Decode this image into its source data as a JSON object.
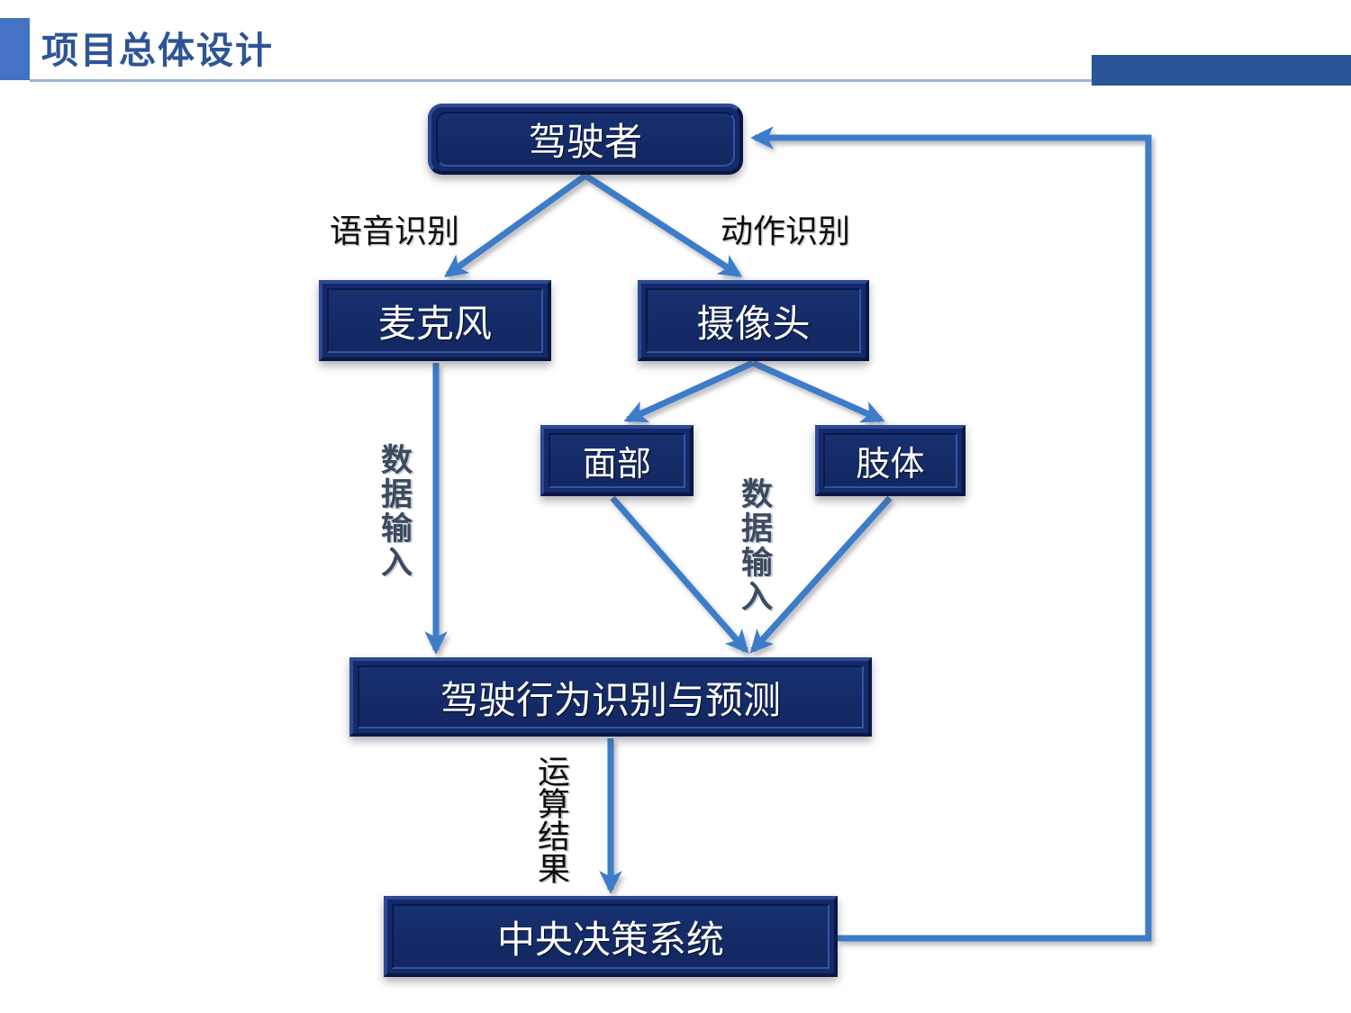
{
  "header": {
    "title": "项目总体设计",
    "accent_color": "#4472C4",
    "title_color": "#2E5496",
    "right_block_color": "#2A5699",
    "rule_color": "#9DB3D6"
  },
  "diagram": {
    "type": "flowchart",
    "node_fill": "#152A6B",
    "node_text_color": "#FFFFFF",
    "connector_color": "#3D7CC9",
    "nodes": [
      {
        "id": "driver",
        "label": "驾驶者",
        "shape": "rounded-rectangle"
      },
      {
        "id": "microphone",
        "label": "麦克风",
        "shape": "rectangle"
      },
      {
        "id": "camera",
        "label": "摄像头",
        "shape": "rectangle"
      },
      {
        "id": "face",
        "label": "面部",
        "shape": "rectangle"
      },
      {
        "id": "limb",
        "label": "肢体",
        "shape": "rectangle"
      },
      {
        "id": "behavior",
        "label": "驾驶行为识别与预测",
        "shape": "rectangle"
      },
      {
        "id": "decision",
        "label": "中央决策系统",
        "shape": "rectangle"
      }
    ],
    "edges": [
      {
        "from": "driver",
        "to": "microphone",
        "label": "语音识别",
        "orientation": "horizontal"
      },
      {
        "from": "driver",
        "to": "camera",
        "label": "动作识别",
        "orientation": "horizontal"
      },
      {
        "from": "camera",
        "to": "face",
        "label": "",
        "orientation": "horizontal"
      },
      {
        "from": "camera",
        "to": "limb",
        "label": "",
        "orientation": "horizontal"
      },
      {
        "from": "microphone",
        "to": "behavior",
        "label": "数据输入",
        "orientation": "vertical"
      },
      {
        "from": "face",
        "to": "behavior",
        "label": "数据输入",
        "orientation": "vertical"
      },
      {
        "from": "limb",
        "to": "behavior",
        "label": "",
        "orientation": "vertical"
      },
      {
        "from": "behavior",
        "to": "decision",
        "label": "运算结果",
        "orientation": "vertical"
      },
      {
        "from": "decision",
        "to": "driver",
        "label": "",
        "orientation": "feedback-loop"
      }
    ]
  }
}
